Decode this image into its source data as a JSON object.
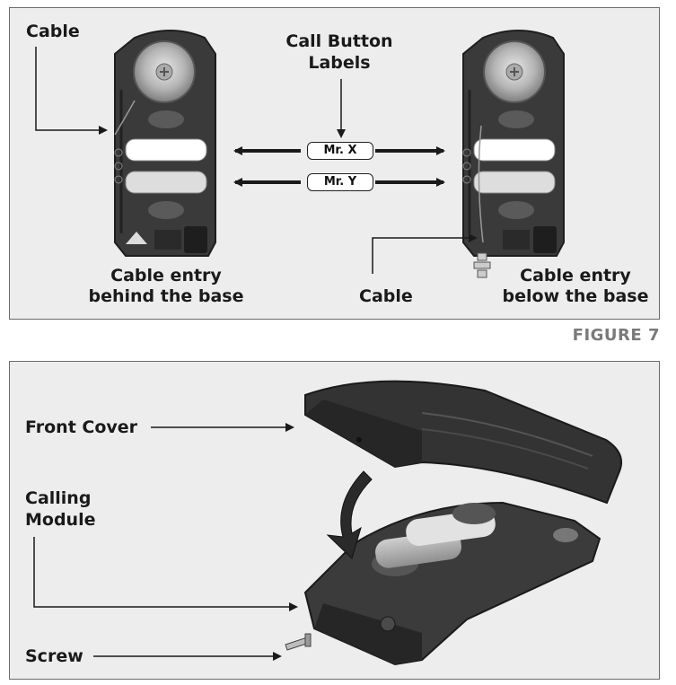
{
  "top_panel": {
    "cable_left": "Cable",
    "call_button_line1": "Call Button",
    "call_button_line2": "Labels",
    "label_x": "Mr. X",
    "label_y": "Mr. Y",
    "entry_behind_line1": "Cable entry",
    "entry_behind_line2": "behind the base",
    "cable_right": "Cable",
    "entry_below_line1": "Cable entry",
    "entry_below_line2": "below the base"
  },
  "figure_caption": "FIGURE 7",
  "bottom_panel": {
    "front_cover": "Front Cover",
    "calling_line1": "Calling",
    "calling_line2": "Module",
    "screw": "Screw"
  },
  "colors": {
    "panel_bg": "#ededed",
    "device_body": "#3a3a3a",
    "device_dark": "#262626",
    "label_slot": "#ffffff"
  }
}
